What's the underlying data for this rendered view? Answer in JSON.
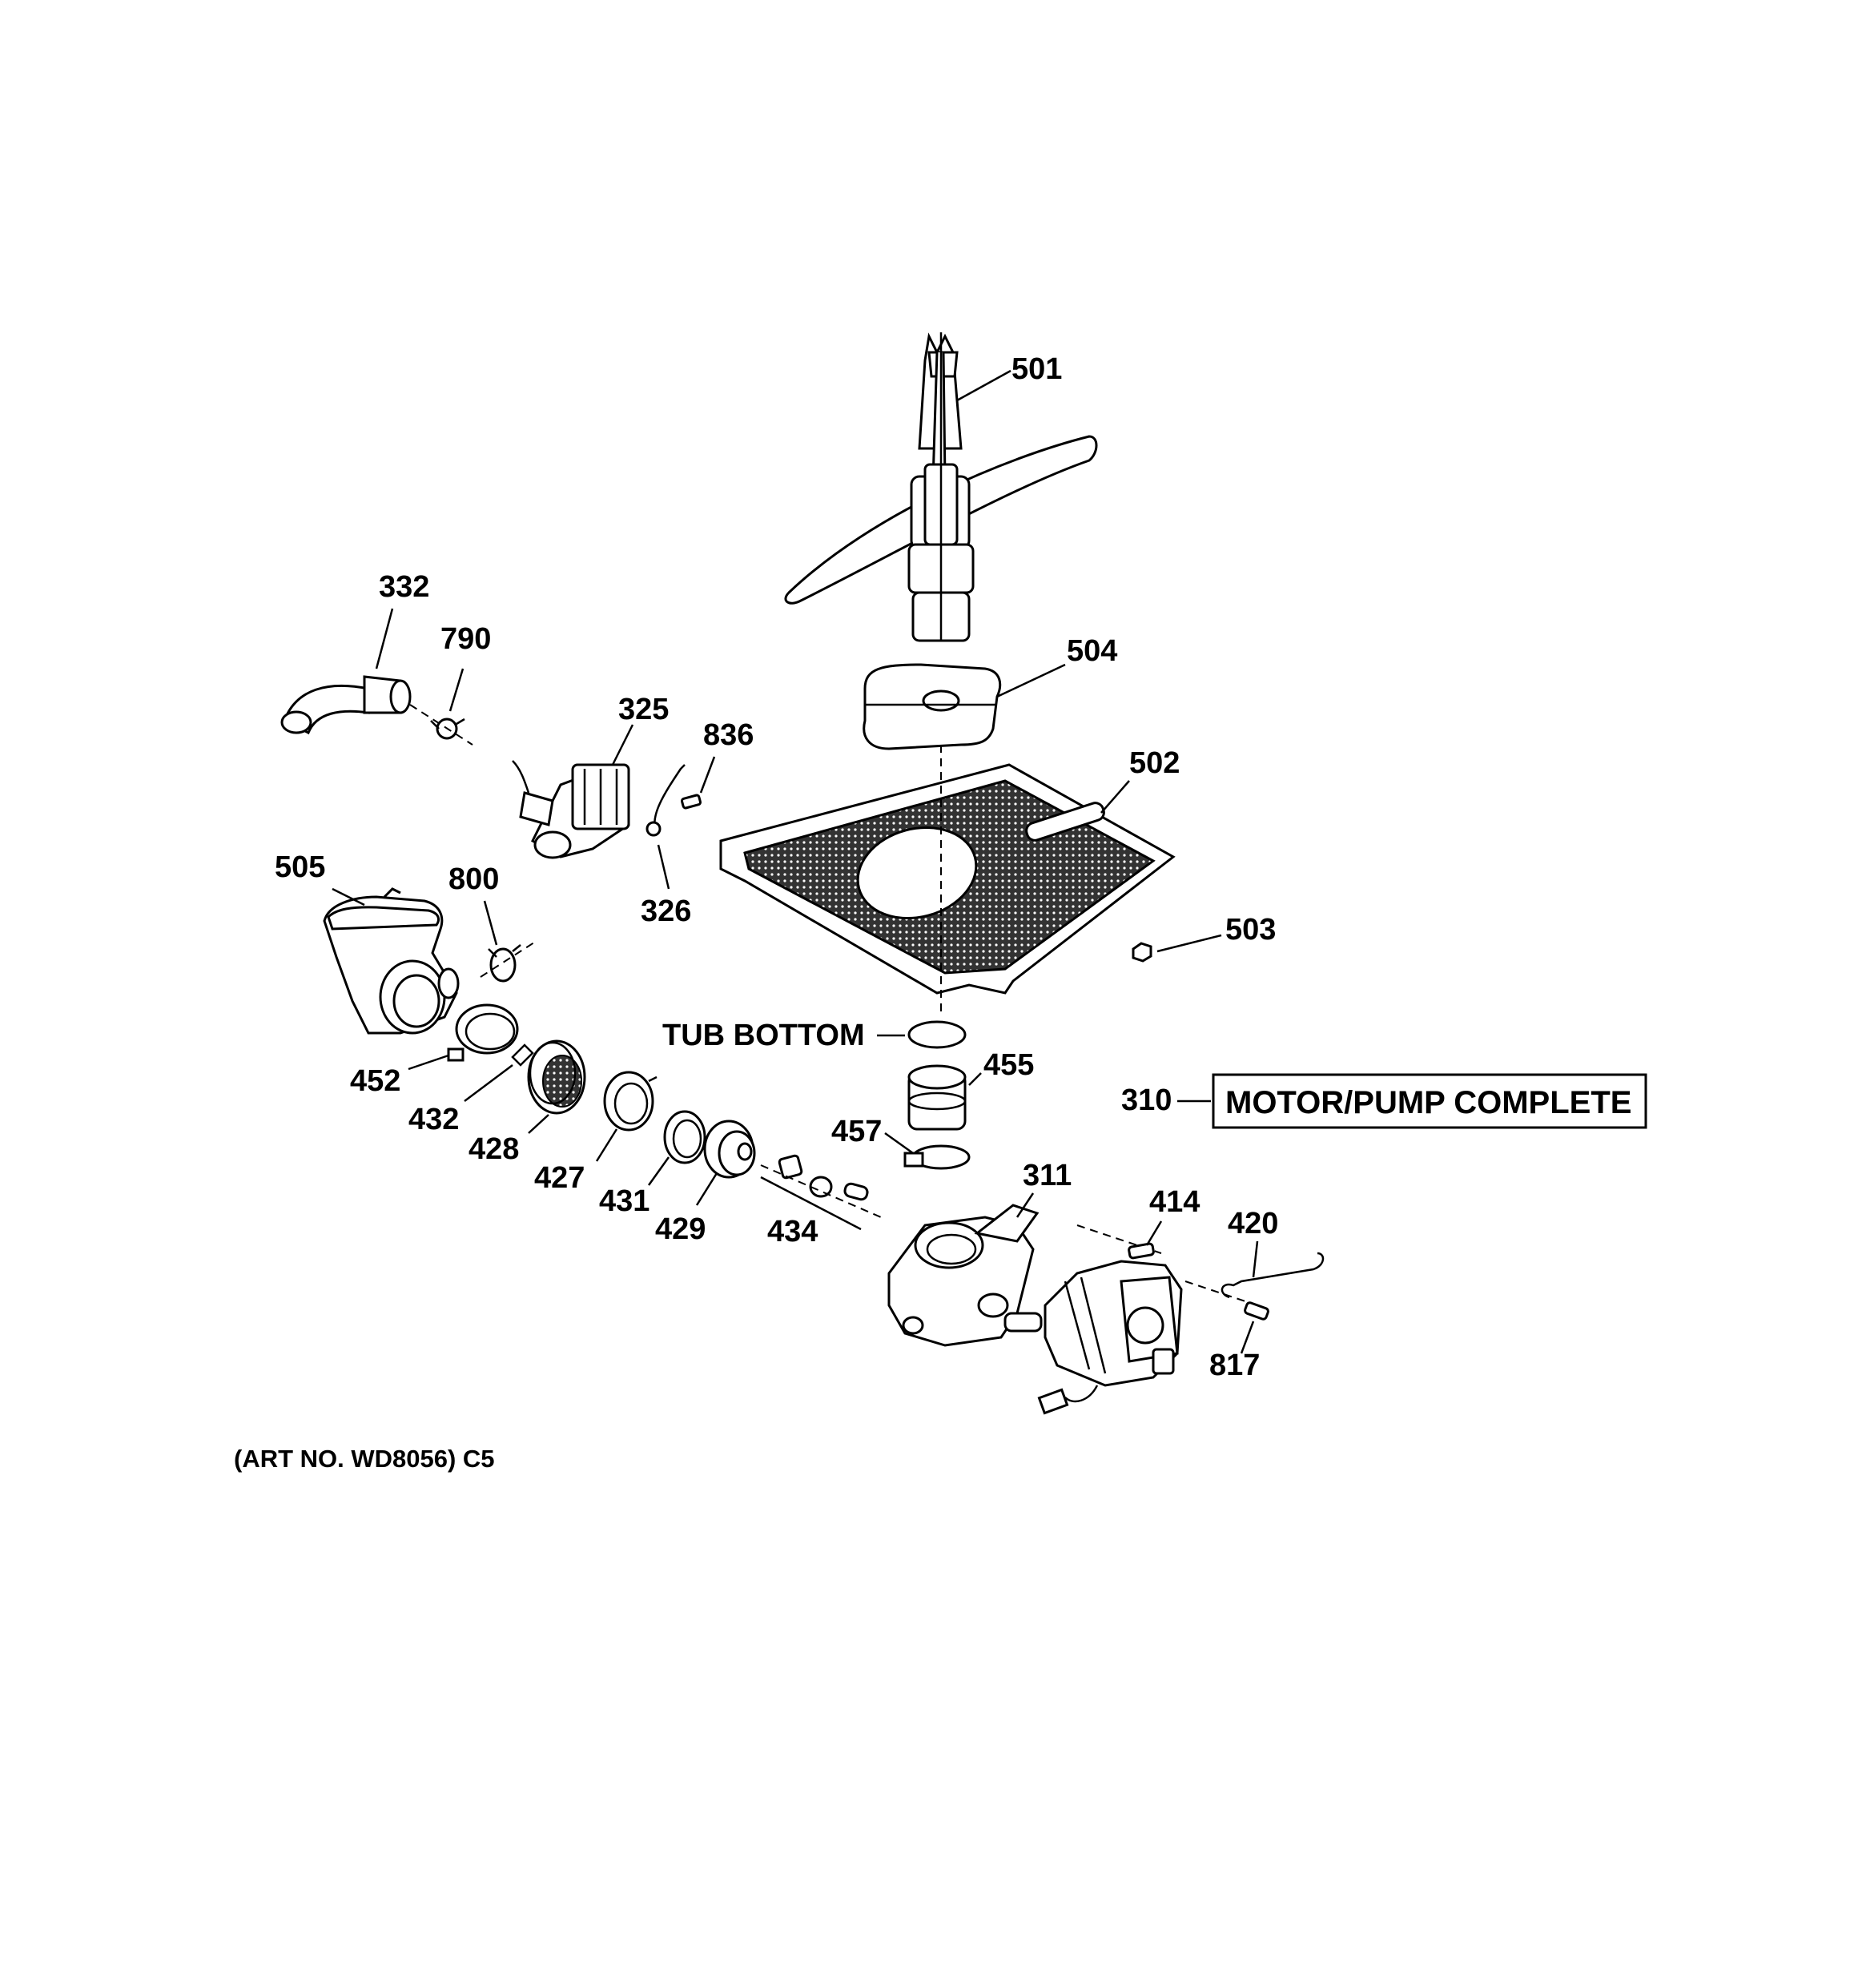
{
  "labels": {
    "p501": "501",
    "p504": "504",
    "p502": "502",
    "p503": "503",
    "p332": "332",
    "p790": "790",
    "p325": "325",
    "p836": "836",
    "p326": "326",
    "p505": "505",
    "p800": "800",
    "tub_bottom": "TUB BOTTOM",
    "p455": "455",
    "p457": "457",
    "p310": "310",
    "motor_pump": "MOTOR/PUMP COMPLETE",
    "p452": "452",
    "p432": "432",
    "p428": "428",
    "p427": "427",
    "p431": "431",
    "p429": "429",
    "p434": "434",
    "p311": "311",
    "p414": "414",
    "p420": "420",
    "p817": "817"
  },
  "art_no": "(ART NO. WD8056) C5"
}
